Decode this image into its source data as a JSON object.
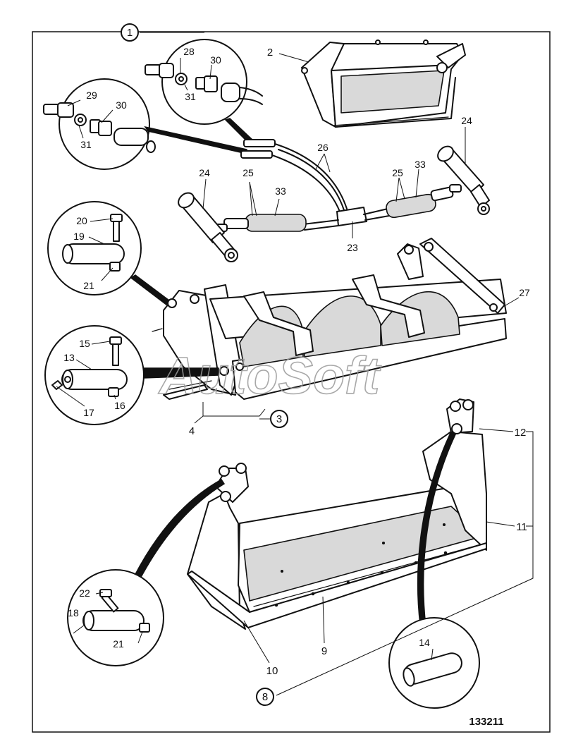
{
  "drawing_number": "133211",
  "watermark": "AutoSoft",
  "colors": {
    "ink": "#111111",
    "paper": "#ffffff",
    "watermark": "#9a9a9a",
    "shade": "#d9d9d9"
  },
  "callouts": {
    "c1": "1",
    "c2": "2",
    "c3": "3",
    "c4": "4",
    "c8": "8",
    "c9": "9",
    "c10": "10",
    "c11": "11",
    "c12": "12",
    "c13": "13",
    "c14": "14",
    "c15": "15",
    "c16": "16",
    "c17": "17",
    "c18": "18",
    "c19": "19",
    "c20": "20",
    "c21a": "21",
    "c21b": "21",
    "c22": "22",
    "c23": "23",
    "c24a": "24",
    "c24b": "24",
    "c25a": "25",
    "c25b": "25",
    "c26": "26",
    "c27": "27",
    "c28": "28",
    "c29": "29",
    "c30a": "30",
    "c30b": "30",
    "c31a": "31",
    "c31b": "31",
    "c33a": "33",
    "c33b": "33"
  }
}
